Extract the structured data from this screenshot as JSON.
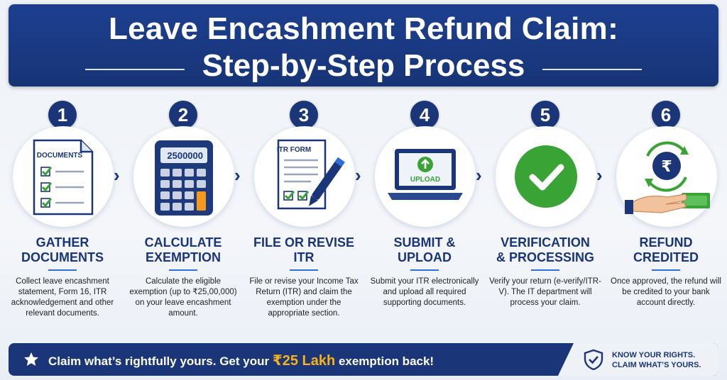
{
  "header": {
    "title_line1": "Leave Encashment Refund Claim:",
    "title_line2": "Step-by-Step Process"
  },
  "steps": [
    {
      "number": "1",
      "title": "GATHER\nDOCUMENTS",
      "description": "Collect leave encashment statement, Form 16, ITR acknowledgement and other relevant documents.",
      "icon": "documents-checklist-icon",
      "icon_label": "DOCUMENTS"
    },
    {
      "number": "2",
      "title": "CALCULATE\nEXEMPTION",
      "description": "Calculate the eligible exemption (up to ₹25,00,000) on your leave encashment amount.",
      "icon": "calculator-icon",
      "icon_label": "2500000"
    },
    {
      "number": "3",
      "title": "FILE OR REVISE\nITR",
      "description": "File or revise your Income Tax Return (ITR) and claim the exemption under the appropriate section.",
      "icon": "itr-form-pen-icon",
      "icon_label": "ITR FORM"
    },
    {
      "number": "4",
      "title": "SUBMIT &\nUPLOAD",
      "description": "Submit your ITR electronically and upload all required supporting documents.",
      "icon": "laptop-upload-icon",
      "icon_label": "UPLOAD"
    },
    {
      "number": "5",
      "title": "VERIFICATION\n& PROCESSING",
      "description": "Verify your return (e-verify/ITR-V). The IT department will process your claim.",
      "icon": "check-circle-icon"
    },
    {
      "number": "6",
      "title": "REFUND\nCREDITED",
      "description": "Once approved, the refund will be credited to your bank account directly.",
      "icon": "rupee-refund-hand-icon",
      "icon_label": "₹"
    }
  ],
  "footer": {
    "text_before": "Claim what’s rightfully yours. Get your ",
    "highlight": "₹25 Lakh",
    "text_after": " exemption back!",
    "rights": "KNOW YOUR RIGHTS.\nCLAIM WHAT’S YOURS.",
    "star_icon": "star-icon",
    "shield_icon": "shield-check-icon"
  },
  "colors": {
    "navy": "#1a3678",
    "accent_blue": "#2f6fd6",
    "green": "#3aa336",
    "gold": "#f6b21b",
    "orange": "#f39a1e"
  }
}
